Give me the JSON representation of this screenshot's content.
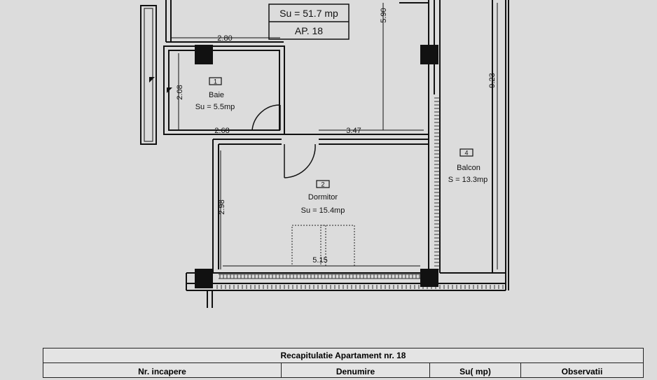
{
  "apartment": {
    "area_label": "Su = 51.7 mp",
    "number_label": "AP. 18"
  },
  "rooms": [
    {
      "number": "1",
      "name": "Baie",
      "area": "Su = 5.5mp"
    },
    {
      "number": "2",
      "name": "Dormitor",
      "area": "Su = 15.4mp"
    },
    {
      "number": "4",
      "name": "Balcon",
      "area": "S = 13.3mp"
    }
  ],
  "dimensions": {
    "top_width": "2.80",
    "bath_height": "2.08",
    "bath_width": "2.68",
    "corridor_width": "3.47",
    "bedroom_height": "2.98",
    "bedroom_width": "5.15",
    "living_height": "5.90",
    "balcony_height": "9.23"
  },
  "recap": {
    "title": "Recapitulatie Apartament nr. 18",
    "columns": [
      "Nr. incapere",
      "Denumire",
      "Su( mp)",
      "Observatii"
    ]
  },
  "colors": {
    "wall": "#111111",
    "background": "#dcdcdc"
  }
}
